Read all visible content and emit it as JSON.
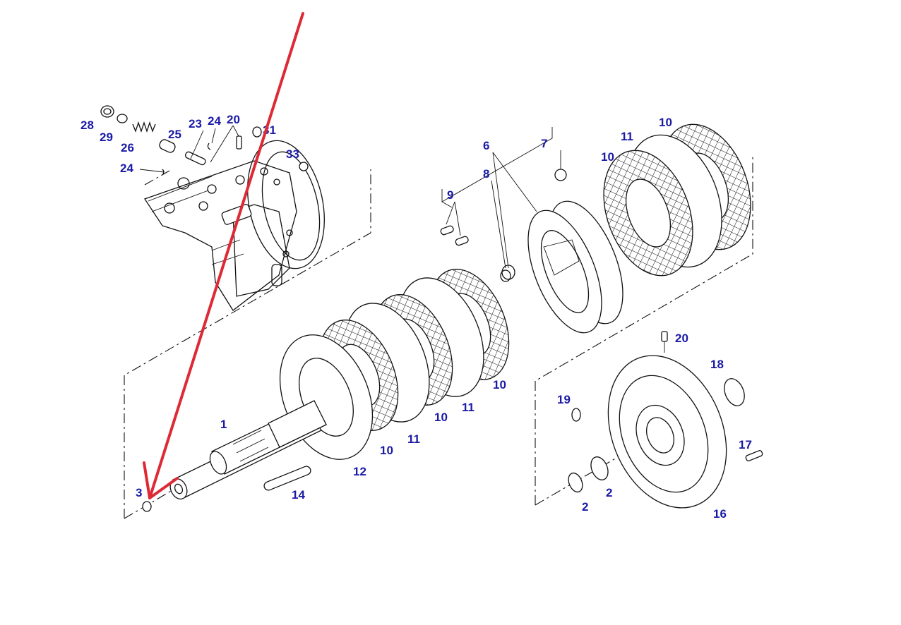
{
  "diagram": {
    "colors": {
      "label": "#1a1aa6",
      "line": "#111111",
      "arrow": "#dd2a35",
      "background": "#ffffff"
    },
    "callouts": [
      {
        "id": "c28",
        "text": "28"
      },
      {
        "id": "c29",
        "text": "29"
      },
      {
        "id": "c26",
        "text": "26"
      },
      {
        "id": "c25",
        "text": "25"
      },
      {
        "id": "c23",
        "text": "23"
      },
      {
        "id": "c24a",
        "text": "24"
      },
      {
        "id": "c20a",
        "text": "20"
      },
      {
        "id": "c31",
        "text": "31"
      },
      {
        "id": "c33",
        "text": "33"
      },
      {
        "id": "c24b",
        "text": "24"
      },
      {
        "id": "c6",
        "text": "6"
      },
      {
        "id": "c7",
        "text": "7"
      },
      {
        "id": "c8",
        "text": "8"
      },
      {
        "id": "c9",
        "text": "9"
      },
      {
        "id": "c10a",
        "text": "10"
      },
      {
        "id": "c11a",
        "text": "11"
      },
      {
        "id": "c10b",
        "text": "10"
      },
      {
        "id": "c20b",
        "text": "20"
      },
      {
        "id": "c18",
        "text": "18"
      },
      {
        "id": "c19",
        "text": "19"
      },
      {
        "id": "c17",
        "text": "17"
      },
      {
        "id": "c16",
        "text": "16"
      },
      {
        "id": "c2a",
        "text": "2"
      },
      {
        "id": "c2b",
        "text": "2"
      },
      {
        "id": "c1",
        "text": "1"
      },
      {
        "id": "c3",
        "text": "3"
      },
      {
        "id": "c14",
        "text": "14"
      },
      {
        "id": "c12",
        "text": "12"
      },
      {
        "id": "c10c",
        "text": "10"
      },
      {
        "id": "c11b",
        "text": "11"
      },
      {
        "id": "c10d",
        "text": "10"
      },
      {
        "id": "c11c",
        "text": "11"
      },
      {
        "id": "c10e",
        "text": "10"
      }
    ]
  }
}
